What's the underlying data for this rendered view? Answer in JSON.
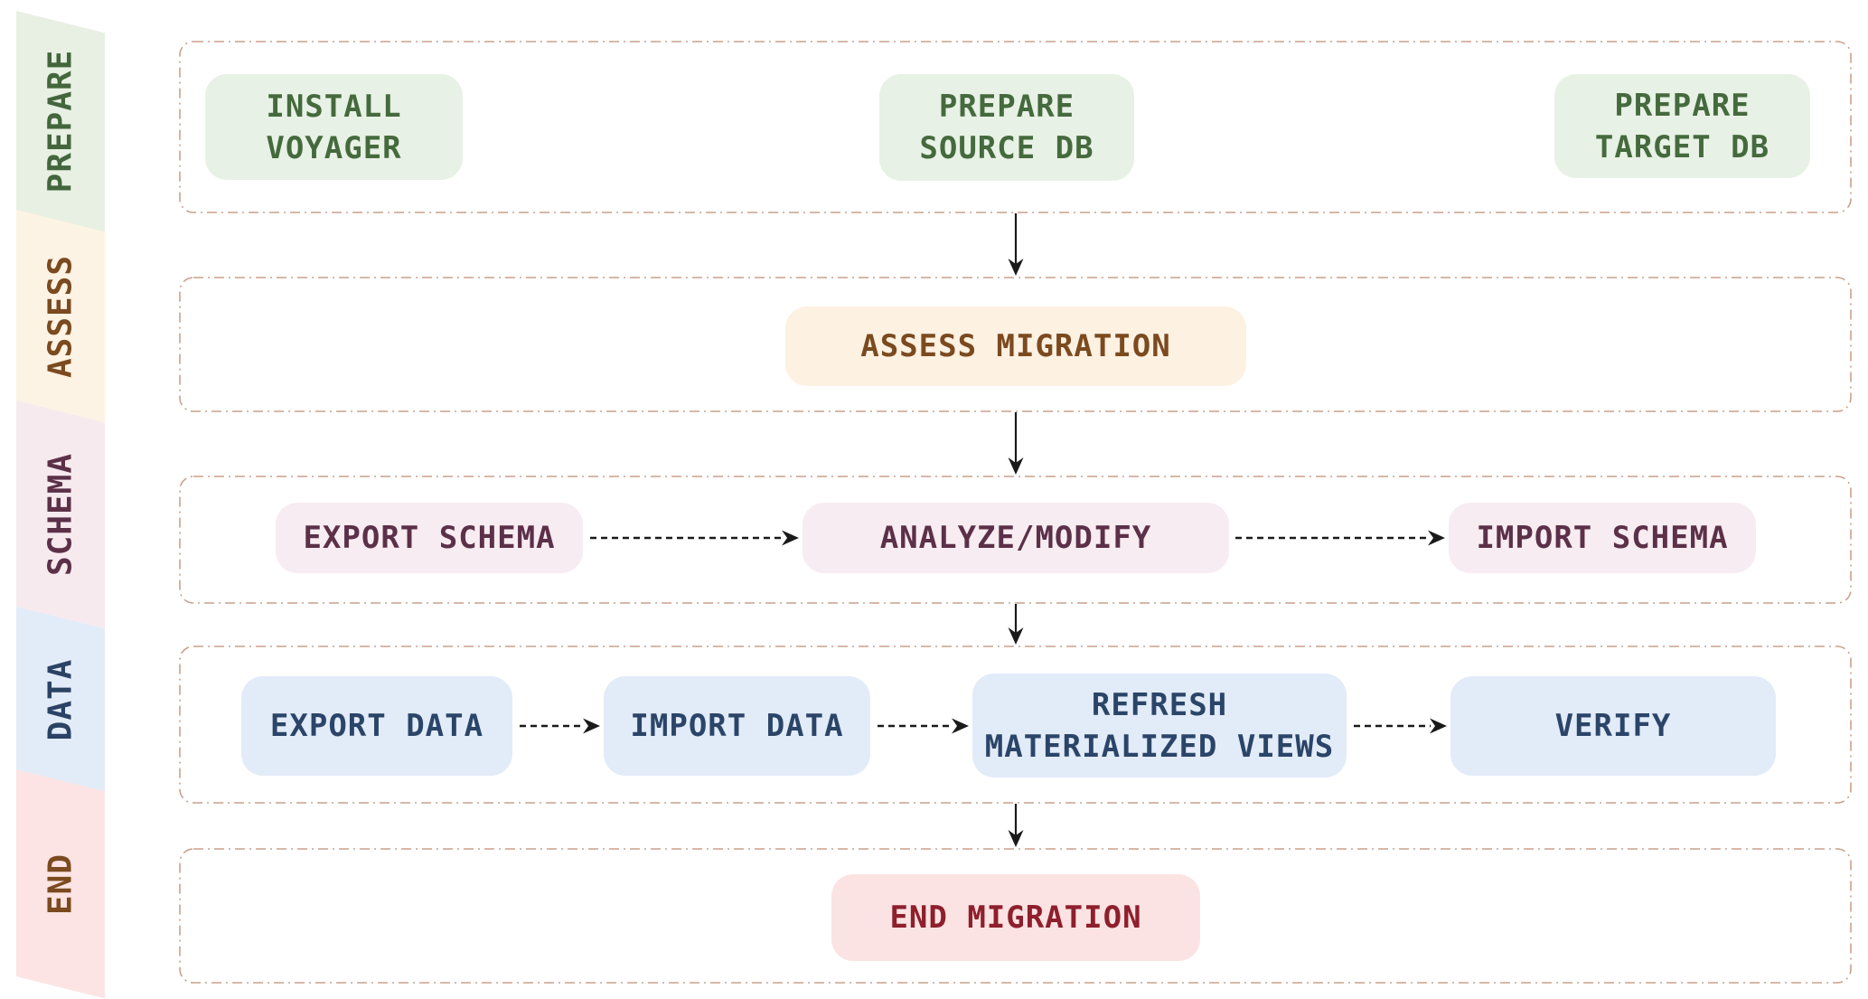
{
  "sidebar": {
    "items": [
      {
        "label": "PREPARE",
        "bg": "#e7f0e3",
        "text_color": "#44663c"
      },
      {
        "label": "ASSESS",
        "bg": "#fdf3e4",
        "text_color": "#7b4a1f"
      },
      {
        "label": "SCHEMA",
        "bg": "#f6eaee",
        "text_color": "#5c3048"
      },
      {
        "label": "DATA",
        "bg": "#e2ebf8",
        "text_color": "#2a4365"
      },
      {
        "label": "END",
        "bg": "#fbe4e3",
        "text_color": "#7b4a1f"
      }
    ]
  },
  "lanes": [
    {
      "id": "prepare",
      "box_bg": "#e8f1e5",
      "box_text_color": "#456a3d",
      "boxes": [
        {
          "label": "INSTALL\nVOYAGER"
        },
        {
          "label": "PREPARE\nSOURCE DB"
        },
        {
          "label": "PREPARE\nTARGET DB"
        }
      ]
    },
    {
      "id": "assess",
      "box_bg": "#fdf1e2",
      "box_text_color": "#7b4a1f",
      "boxes": [
        {
          "label": "ASSESS MIGRATION"
        }
      ]
    },
    {
      "id": "schema",
      "box_bg": "#f7ecf1",
      "box_text_color": "#5c3048",
      "boxes": [
        {
          "label": "EXPORT SCHEMA"
        },
        {
          "label": "ANALYZE/MODIFY"
        },
        {
          "label": "IMPORT SCHEMA"
        }
      ]
    },
    {
      "id": "data",
      "box_bg": "#e2ebf8",
      "box_text_color": "#2b4569",
      "boxes": [
        {
          "label": "EXPORT DATA"
        },
        {
          "label": "IMPORT DATA"
        },
        {
          "label": "REFRESH\nMATERIALIZED VIEWS"
        },
        {
          "label": "VERIFY"
        }
      ]
    },
    {
      "id": "end",
      "box_bg": "#fce3e3",
      "box_text_color": "#8e1f2c",
      "boxes": [
        {
          "label": "END MIGRATION"
        }
      ]
    }
  ],
  "connectors": {
    "vertical_solid_arrows": [
      {
        "from": "PREPARE SOURCE DB",
        "to": "ASSESS MIGRATION"
      },
      {
        "from": "ASSESS MIGRATION",
        "to": "ANALYZE/MODIFY"
      },
      {
        "from": "ANALYZE/MODIFY",
        "to": "REFRESH MATERIALIZED VIEWS"
      },
      {
        "from": "REFRESH MATERIALIZED VIEWS",
        "to": "END MIGRATION"
      }
    ],
    "horizontal_dashed_arrows": [
      {
        "from": "EXPORT SCHEMA",
        "to": "ANALYZE/MODIFY"
      },
      {
        "from": "ANALYZE/MODIFY",
        "to": "IMPORT SCHEMA"
      },
      {
        "from": "EXPORT DATA",
        "to": "IMPORT DATA"
      },
      {
        "from": "IMPORT DATA",
        "to": "REFRESH MATERIALIZED VIEWS"
      },
      {
        "from": "REFRESH MATERIALIZED VIEWS",
        "to": "VERIFY"
      }
    ]
  },
  "colors": {
    "background": "#ffffff",
    "lane_border": "#c9a18c",
    "arrow": "#1a1a1a"
  }
}
